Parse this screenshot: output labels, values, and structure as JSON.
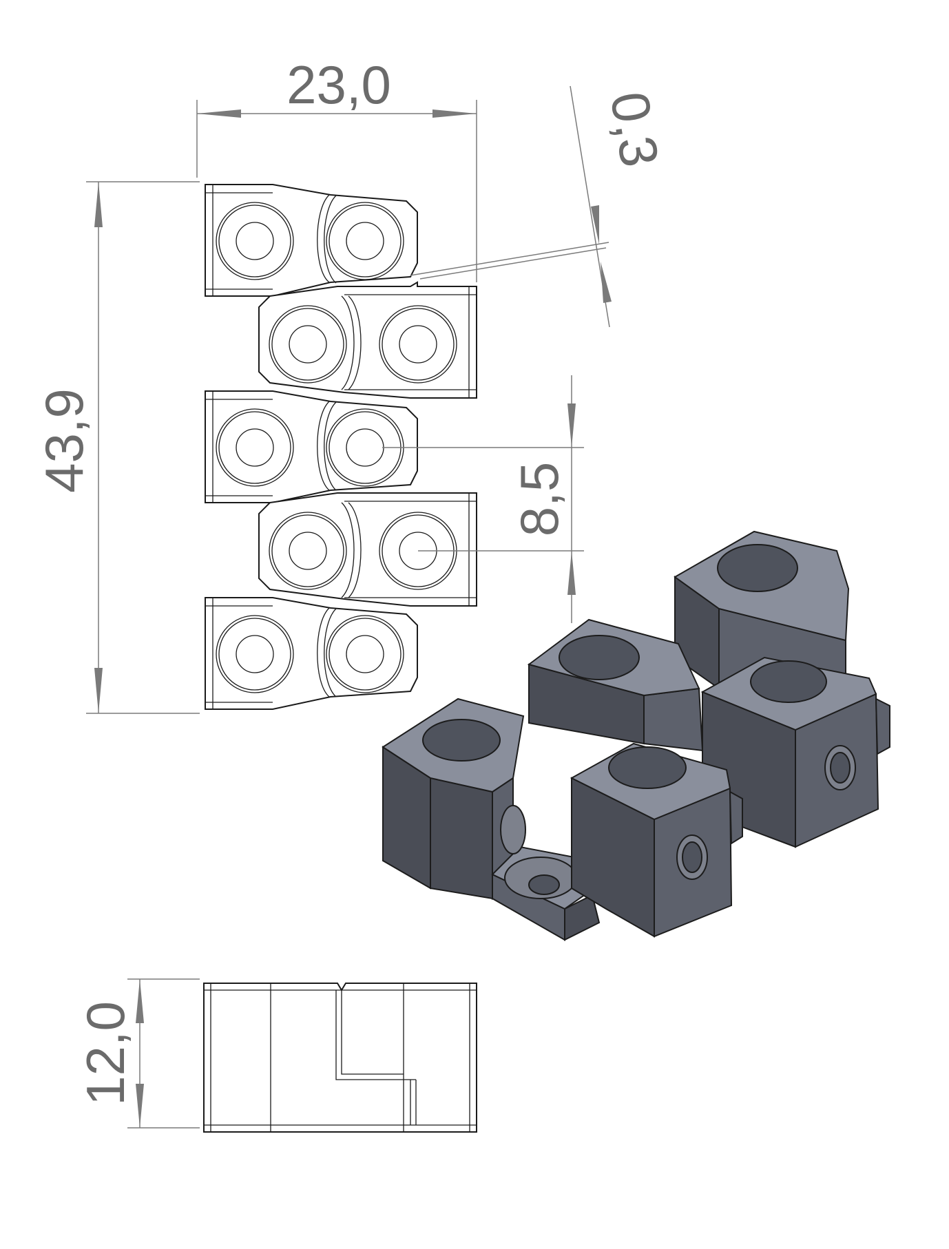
{
  "dimensions": {
    "width": "23,0",
    "height": "43,9",
    "gap": "0,3",
    "pitch": "8,5",
    "thickness": "12,0"
  }
}
